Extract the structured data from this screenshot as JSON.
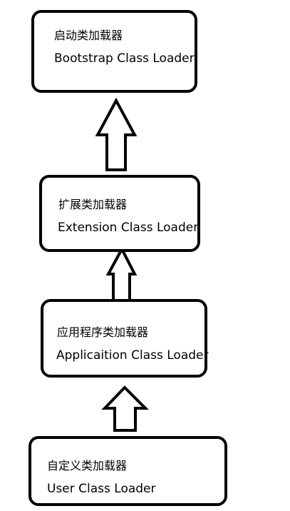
{
  "diagram": {
    "loaders": [
      {
        "name_cn": "启动类加载器",
        "name_en": "Bootstrap Class Loader"
      },
      {
        "name_cn": "扩展类加载器",
        "name_en": "Extension Class Loader"
      },
      {
        "name_cn": "应用程序类加载器",
        "name_en": "Applicaition Class Loader"
      },
      {
        "name_cn": "自定义类加载器",
        "name_en": "User Class Loader"
      }
    ],
    "colors": {
      "stroke": "#000000",
      "background": "#ffffff"
    }
  }
}
